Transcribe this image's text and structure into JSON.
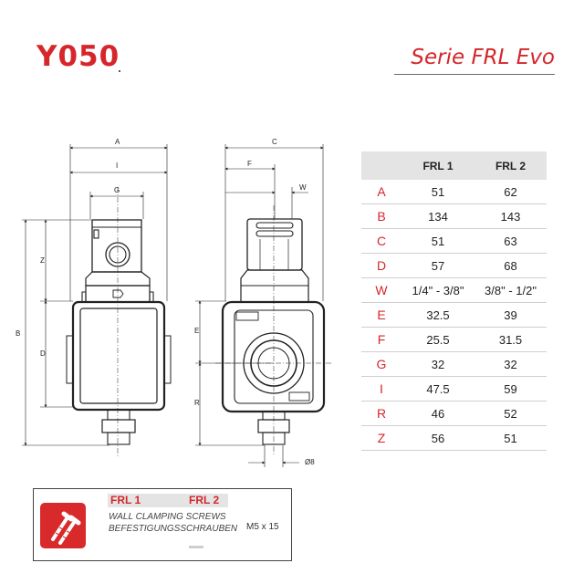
{
  "header": {
    "model_code": "Y050",
    "series_title": "Serie FRL Evo"
  },
  "drawing": {
    "front_view_labels": {
      "a": "A",
      "i": "I",
      "g": "G",
      "z": "Z",
      "b": "B",
      "d": "D"
    },
    "side_view_labels": {
      "c": "C",
      "f": "F",
      "w": "W",
      "e": "E",
      "r": "R",
      "diameter": "Ø8"
    }
  },
  "table": {
    "columns": [
      "FRL 1",
      "FRL 2"
    ],
    "rows": [
      {
        "dim": "A",
        "frl1": "51",
        "frl2": "62"
      },
      {
        "dim": "B",
        "frl1": "134",
        "frl2": "143"
      },
      {
        "dim": "C",
        "frl1": "51",
        "frl2": "63"
      },
      {
        "dim": "D",
        "frl1": "57",
        "frl2": "68"
      },
      {
        "dim": "W",
        "frl1": "1/4\" - 3/8\"",
        "frl2": "3/8\" - 1/2\""
      },
      {
        "dim": "E",
        "frl1": "32.5",
        "frl2": "39"
      },
      {
        "dim": "F",
        "frl1": "25.5",
        "frl2": "31.5"
      },
      {
        "dim": "G",
        "frl1": "32",
        "frl2": "32"
      },
      {
        "dim": "I",
        "frl1": "47.5",
        "frl2": "59"
      },
      {
        "dim": "R",
        "frl1": "46",
        "frl2": "52"
      },
      {
        "dim": "Z",
        "frl1": "56",
        "frl2": "51"
      }
    ]
  },
  "note": {
    "frl1": "FRL 1",
    "frl2": "FRL 2",
    "line1": "WALL CLAMPING SCREWS",
    "line2": "BEFESTIGUNGSSCHRAUBEN",
    "spec": "M5 x 15",
    "icon": "screws-icon",
    "accent": "#d82a2a"
  },
  "colors": {
    "brand_red": "#d6262b",
    "table_header": "#e4e4e4"
  }
}
